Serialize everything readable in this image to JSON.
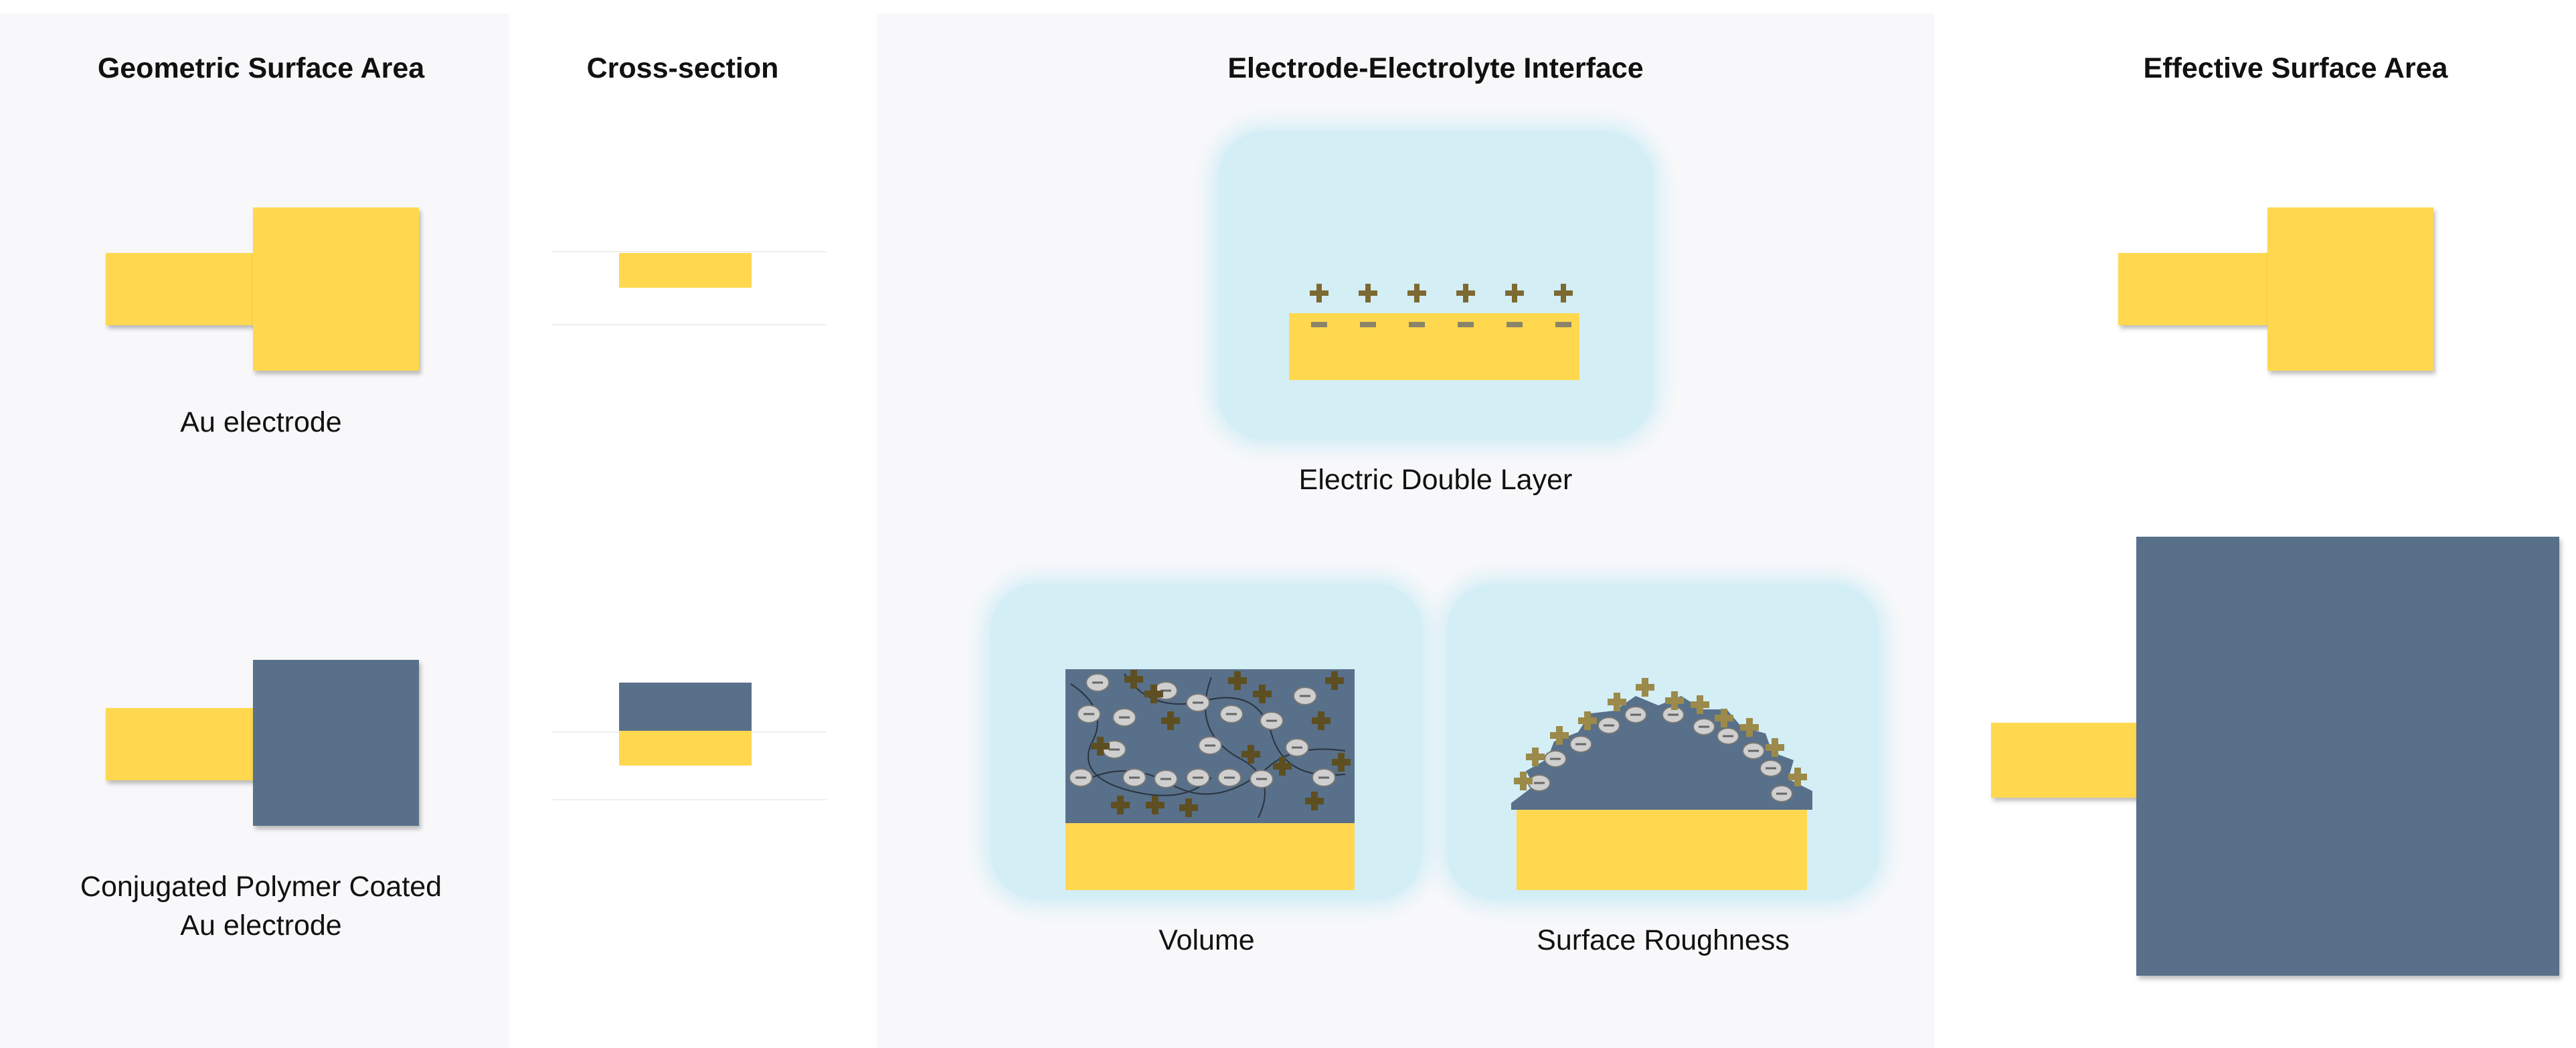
{
  "columns": {
    "geometric": {
      "title": "Geometric Surface Area"
    },
    "cross": {
      "title": "Cross-section"
    },
    "interface": {
      "title": "Electrode-Electrolyte Interface"
    },
    "effective": {
      "title": "Effective Surface Area"
    }
  },
  "labels": {
    "au_electrode": "Au electrode",
    "coated_line1": "Conjugated Polymer Coated",
    "coated_line2": "Au electrode",
    "edl": "Electric Double Layer",
    "volume": "Volume",
    "roughness": "Surface Roughness"
  },
  "colors": {
    "gold": "#ffd84f",
    "polymer": "#587089",
    "electrolyte": "#d4eef6",
    "cation": "#7d6a32",
    "anion": "#cfcfcf"
  }
}
